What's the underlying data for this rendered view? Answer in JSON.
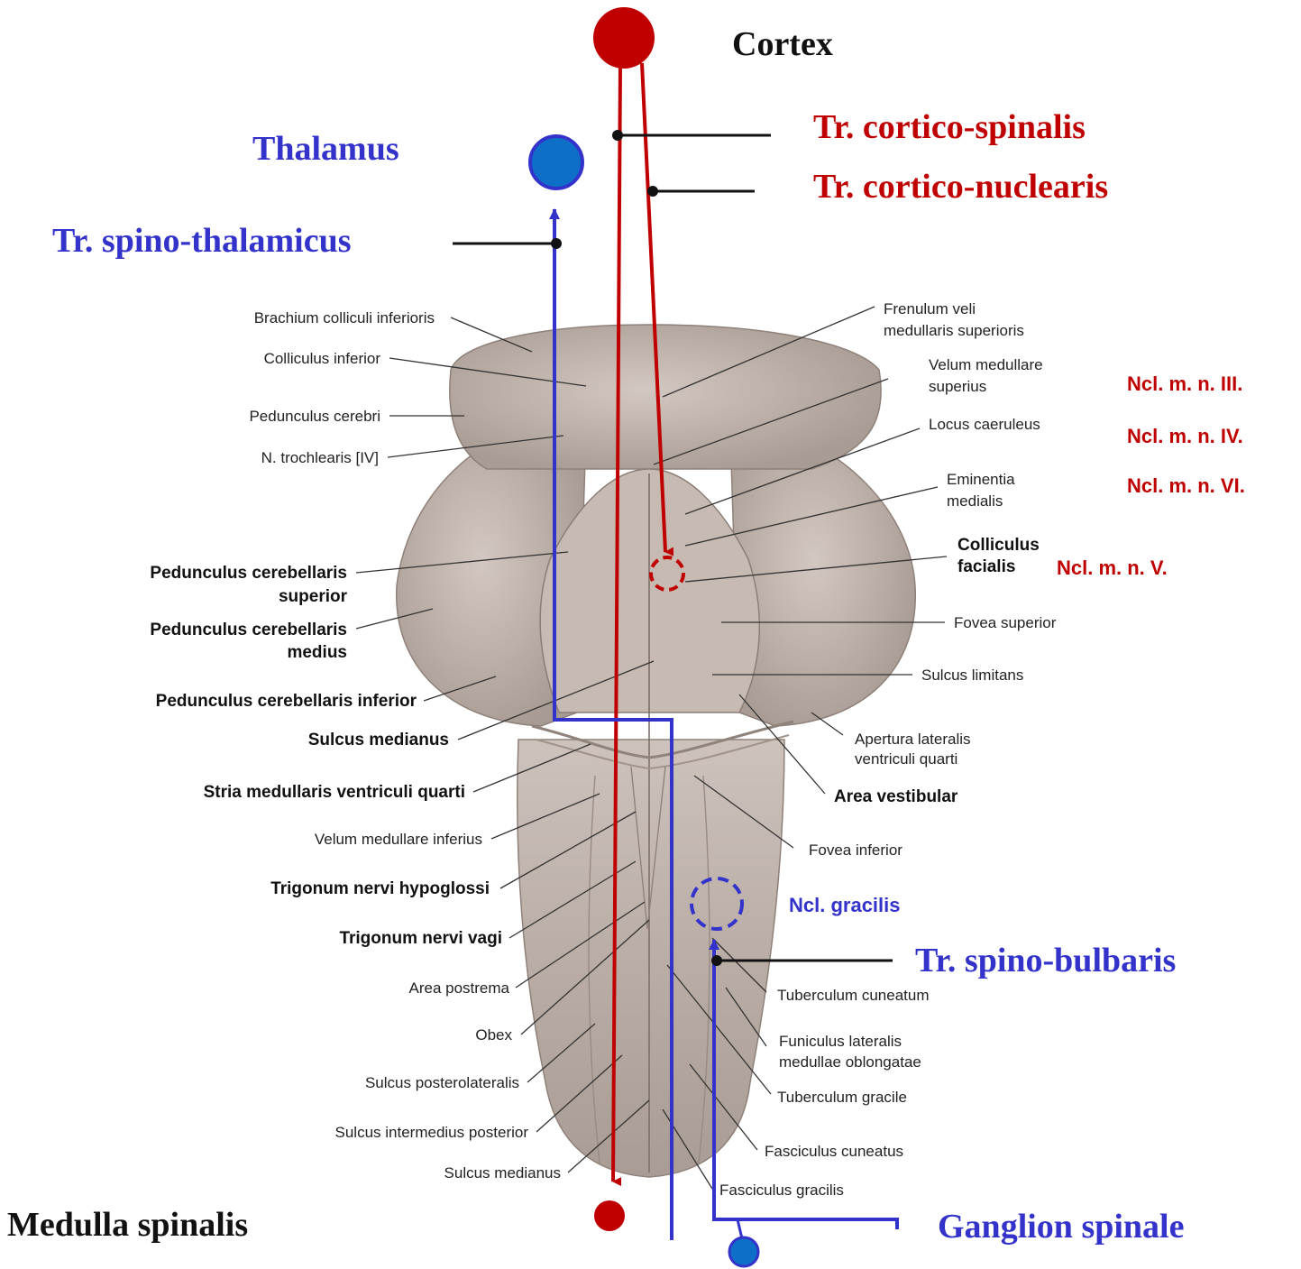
{
  "structures": {
    "cortex": "Cortex",
    "thalamus": "Thalamus",
    "medulla_spinalis": "Medulla spinalis",
    "ganglion_spinale": "Ganglion spinale"
  },
  "tracts": {
    "cortico_spinalis": "Tr. cortico-spinalis",
    "cortico_nuclearis": "Tr. cortico-nuclearis",
    "spino_thalamicus": "Tr. spino-thalamicus",
    "spino_bulbaris": "Tr. spino-bulbaris"
  },
  "nuclei": {
    "n3": "Ncl. m. n. III.",
    "n4": "Ncl. m. n. IV.",
    "n6": "Ncl. m. n. VI.",
    "n5": "Ncl. m. n. V.",
    "gracilis": "Ncl. gracilis"
  },
  "left_labels": {
    "brachium_colliculi_inferioris": "Brachium colliculi inferioris",
    "colliculus_inferior": "Colliculus inferior",
    "pedunculus_cerebri": "Pedunculus cerebri",
    "n_trochlearis": "N. trochlearis [IV]",
    "ped_cerebellaris_superior_1": "Pedunculus cerebellaris",
    "ped_cerebellaris_superior_2": "superior",
    "ped_cerebellaris_medius_1": "Pedunculus cerebellaris",
    "ped_cerebellaris_medius_2": "medius",
    "ped_cerebellaris_inferior": "Pedunculus cerebellaris inferior",
    "sulcus_medianus": "Sulcus medianus",
    "stria_medullaris": "Stria medullaris ventriculi quarti",
    "velum_medullare_inferius": "Velum medullare inferius",
    "trigonum_hypoglossi": "Trigonum nervi hypoglossi",
    "trigonum_vagi": "Trigonum nervi vagi",
    "area_postrema": "Area postrema",
    "obex": "Obex",
    "sulcus_posterolateralis": "Sulcus posterolateralis",
    "sulcus_intermedius_posterior": "Sulcus intermedius posterior",
    "sulcus_medianus_2": "Sulcus medianus"
  },
  "right_labels": {
    "frenulum_1": "Frenulum veli",
    "frenulum_2": "medullaris superioris",
    "velum_sup_1": "Velum medullare",
    "velum_sup_2": "superius",
    "locus_caeruleus": "Locus caeruleus",
    "eminentia_1": "Eminentia",
    "eminentia_2": "medialis",
    "colliculus_facialis_1": "Colliculus",
    "colliculus_facialis_2": "facialis",
    "fovea_superior": "Fovea superior",
    "sulcus_limitans": "Sulcus limitans",
    "apertura_1": "Apertura lateralis",
    "apertura_2": "ventriculi quarti",
    "area_vestibularis": "Area vestibular",
    "fovea_inferior": "Fovea inferior",
    "tuberculum_cuneatum": "Tuberculum cuneatum",
    "funiculus_1": "Funiculus lateralis",
    "funiculus_2": "medullae oblongatae",
    "tuberculum_gracile": "Tuberculum gracile",
    "fasciculus_cuneatus": "Fasciculus cuneatus",
    "fasciculus_gracilis": "Fasciculus gracilis"
  },
  "colors": {
    "motor": "#c00000",
    "sensory": "#3333cc",
    "thalamus_fill": "#0d6fc7",
    "tissue": "#b7aaa2"
  }
}
